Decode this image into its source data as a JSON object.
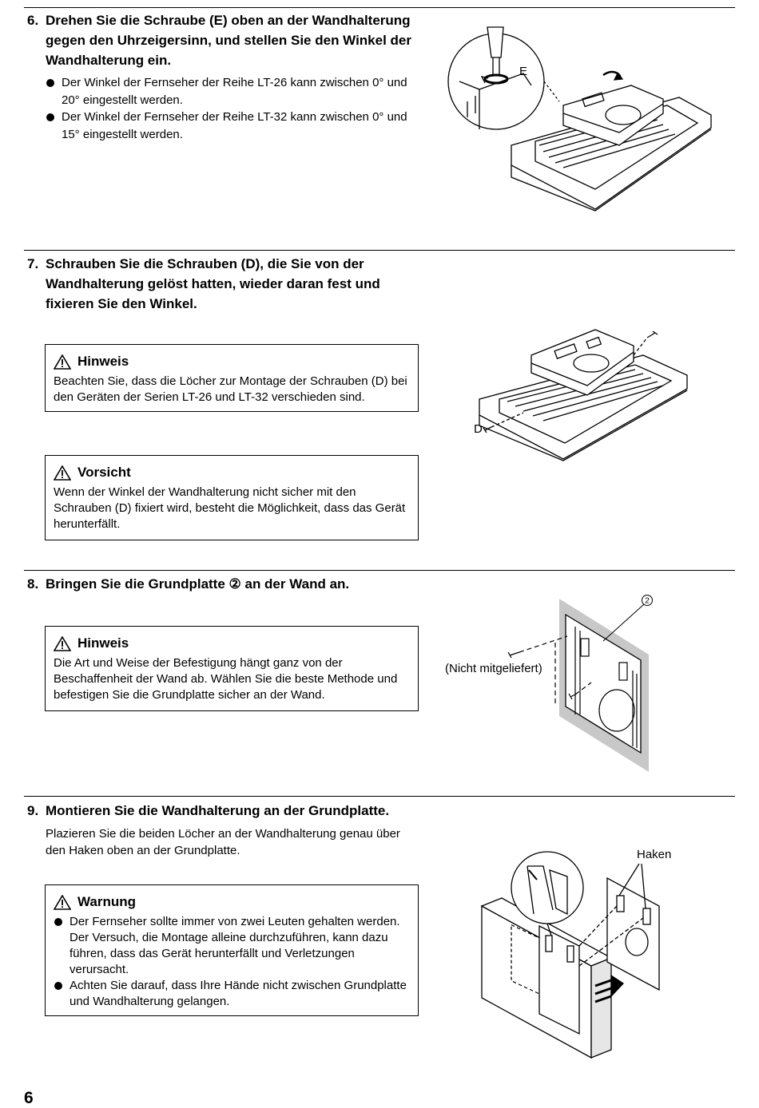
{
  "steps": {
    "s6": {
      "number": "6.",
      "title": "Drehen Sie die Schraube (E) oben an der Wandhalterung gegen den Uhrzeigersinn, und stellen Sie den Winkel der Wandhalterung ein.",
      "bullets": [
        "Der Winkel der Fernseher der Reihe LT-26 kann zwischen 0° und 20° eingestellt werden.",
        "Der Winkel der Fernseher der Reihe LT-32 kann zwischen 0° und 15° eingestellt werden."
      ],
      "figure_label": "E"
    },
    "s7": {
      "number": "7.",
      "title": "Schrauben Sie die Schrauben (D), die Sie von der Wandhalterung gelöst hatten, wieder daran fest und fixieren Sie den Winkel.",
      "note": {
        "heading": "Hinweis",
        "text": "Beachten Sie, dass die Löcher zur Montage der Schrauben (D) bei den Geräten der Serien LT-26 und LT-32 verschieden sind."
      },
      "caution": {
        "heading": "Vorsicht",
        "text": "Wenn der Winkel der Wandhalterung nicht sicher mit den Schrauben (D) fixiert wird, besteht die Möglichkeit, dass das Gerät herunterfällt."
      },
      "figure_label": "D"
    },
    "s8": {
      "number": "8.",
      "title": "Bringen Sie die Grundplatte ② an der Wand an.",
      "note": {
        "heading": "Hinweis",
        "text": "Die Art und Weise der Befestigung hängt ganz von der Beschaffenheit der Wand ab. Wählen Sie die beste Methode und befestigen Sie die Grundplatte sicher an der Wand."
      },
      "figure_label_num": "2",
      "figure_label_screw": "(Nicht mitgeliefert)"
    },
    "s9": {
      "number": "9.",
      "title": "Montieren Sie die Wandhalterung an der Grundplatte.",
      "paragraph": "Plazieren Sie die beiden Löcher an der Wandhalterung genau über den Haken oben an der Grundplatte.",
      "warning": {
        "heading": "Warnung",
        "bullets": [
          "Der Fernseher sollte immer von zwei Leuten gehalten werden. Der Versuch, die Montage alleine durchzuführen, kann dazu führen, dass das Gerät herunterfällt und Verletzungen verursacht.",
          "Achten Sie darauf, dass Ihre Hände nicht zwischen Grundplatte und Wandhalterung gelangen."
        ]
      },
      "figure_label": "Haken"
    }
  },
  "page_number": "6",
  "icons": {
    "warning": "warning-triangle-icon",
    "bullet": "bullet-dot"
  }
}
